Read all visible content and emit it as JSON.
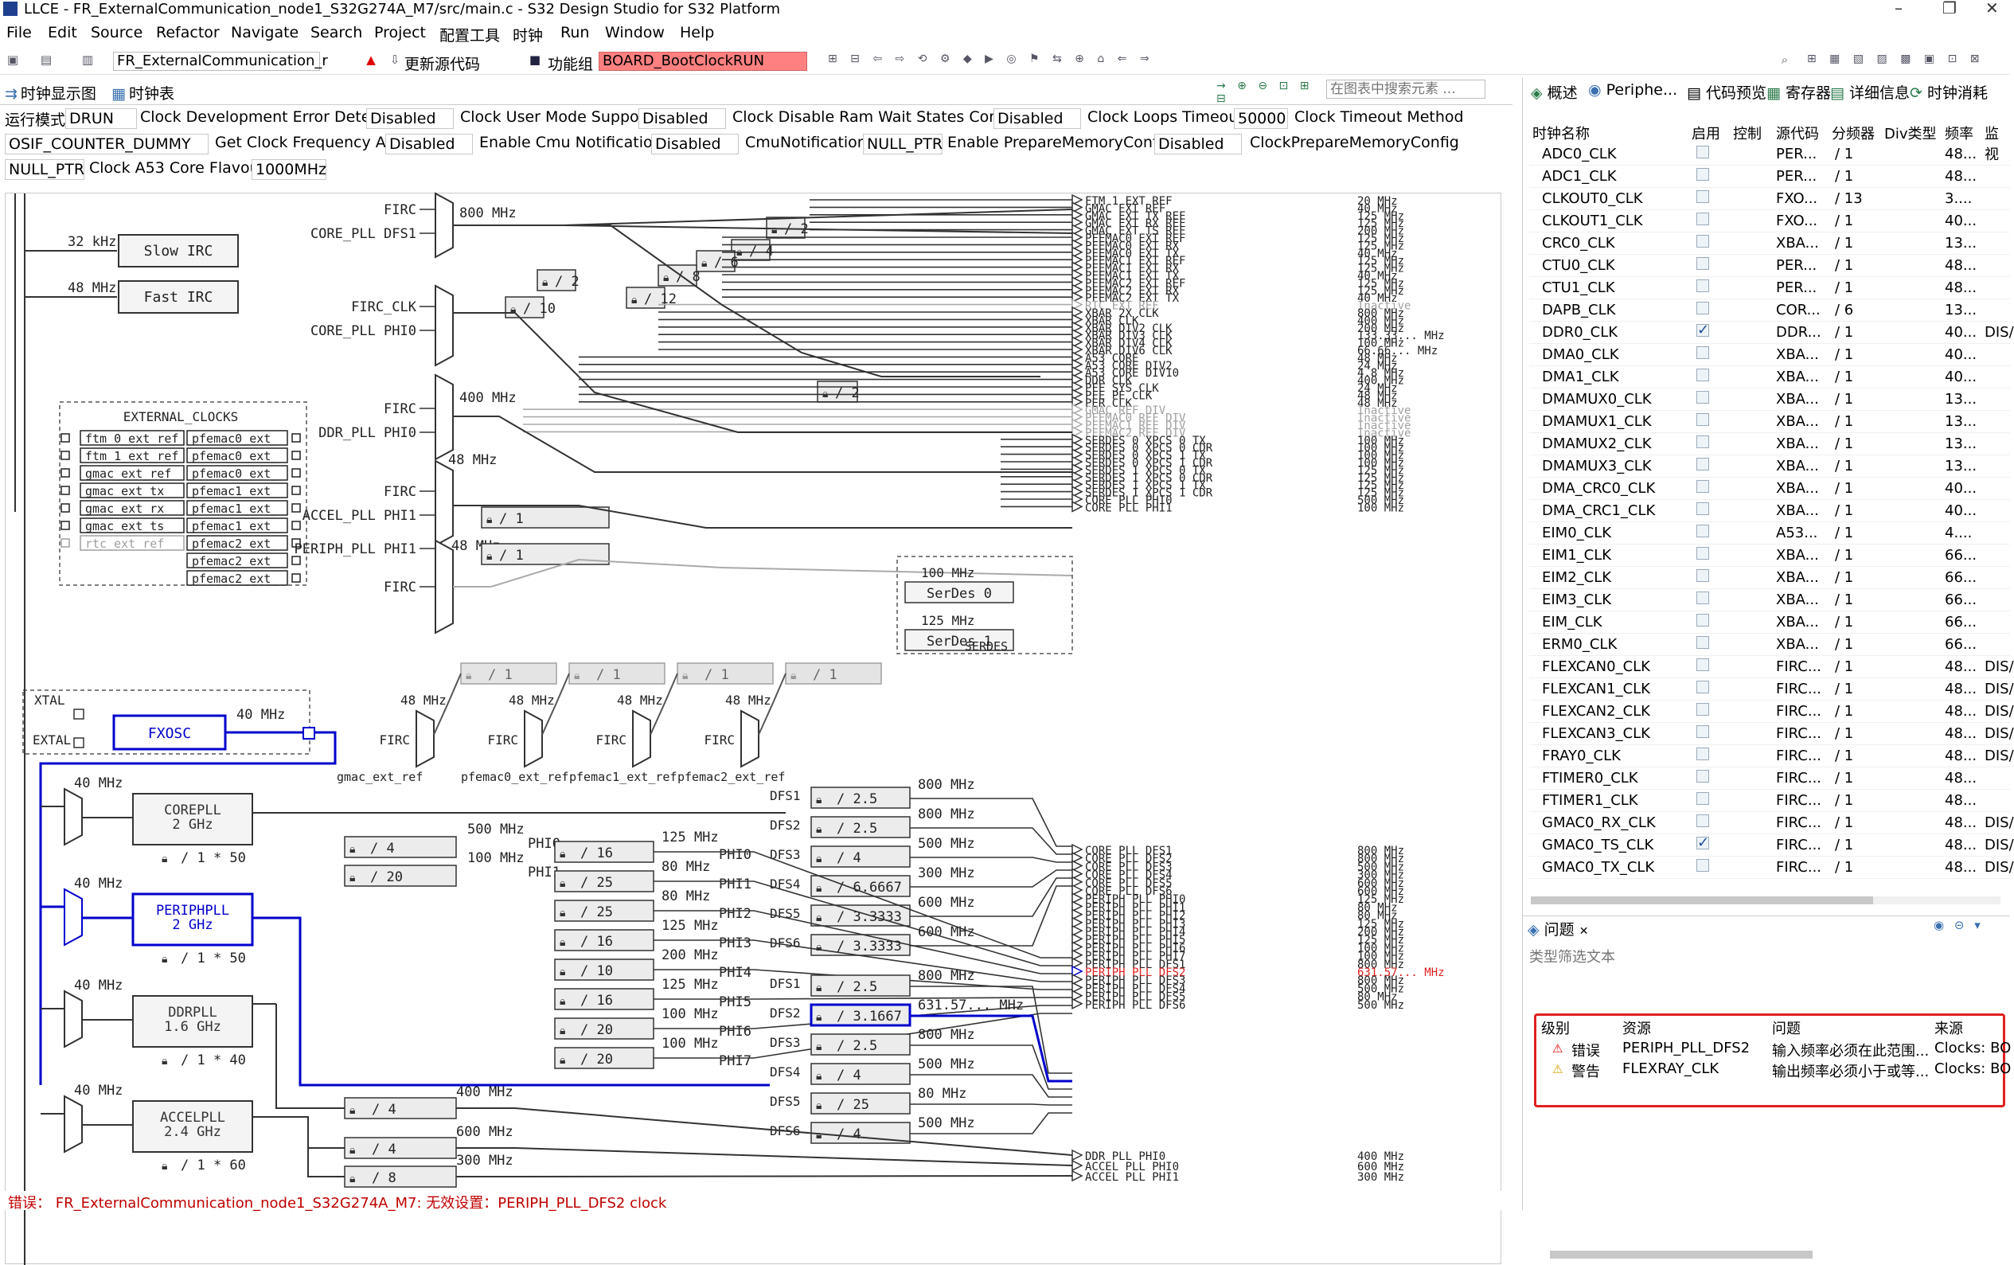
{
  "window": {
    "title": "LLCE - FR_ExternalCommunication_node1_S32G274A_M7/src/main.c - S32 Design Studio for S32 Platform",
    "controls": [
      "–",
      "❐",
      "✕"
    ]
  },
  "menu": [
    "File",
    "Edit",
    "Source",
    "Refactor",
    "Navigate",
    "Search",
    "Project",
    "配置工具",
    "时钟",
    "Run",
    "Window",
    "Help"
  ],
  "toolbar": {
    "project_combo": "FR_ExternalCommunication_r",
    "update_source": "更新源代码",
    "function_group_label": "功能组",
    "function_group_value": "BOARD_BootClockRUN"
  },
  "left_tabs": [
    "时钟显示图",
    "时钟表"
  ],
  "search": {
    "placeholder": "在图表中搜索元素 ..."
  },
  "config": [
    {
      "label": "运行模式",
      "value": "DRUN"
    },
    {
      "label": "Clock Development Error Detect",
      "value": "Disabled"
    },
    {
      "label": "Clock User Mode Support",
      "value": "Disabled"
    },
    {
      "label": "Clock Disable Ram Wait States Config",
      "value": "Disabled"
    },
    {
      "label": "Clock Loops Timeout",
      "value": "50000"
    },
    {
      "label": "Clock Timeout Method",
      "value": "OSIF_COUNTER_DUMMY"
    },
    {
      "label": "Get Clock Frequency API",
      "value": "Disabled"
    },
    {
      "label": "Enable Cmu Notification",
      "value": "Disabled"
    },
    {
      "label": "CmuNotification",
      "value": "NULL_PTR"
    },
    {
      "label": "Enable PrepareMemoryConfig",
      "value": "Disabled"
    },
    {
      "label": "ClockPrepareMemoryConfig",
      "value": "NULL_PTR"
    },
    {
      "label": "Clock A53 Core Flavour",
      "value": "1000MHz"
    }
  ],
  "diagram": {
    "irc": [
      {
        "freq": "32 kHz",
        "name": "Slow IRC"
      },
      {
        "freq": "48 MHz",
        "name": "Fast IRC"
      }
    ],
    "ext_clocks_title": "EXTERNAL_CLOCKS",
    "ext_clocks_left": [
      "ftm_0_ext_ref",
      "ftm_1_ext_ref",
      "gmac_ext_ref",
      "gmac_ext_tx",
      "gmac_ext_rx",
      "gmac_ext_ts",
      "rtc_ext_ref"
    ],
    "ext_clocks_right": [
      "pfemac0_ext_",
      "pfemac0_ext_",
      "pfemac0_ext_",
      "pfemac1_ext_",
      "pfemac1_ext_",
      "pfemac1_ext_",
      "pfemac2_ext_",
      "pfemac2_ext_",
      "pfemac2_ext_"
    ],
    "xtal": {
      "xtal": "XTAL",
      "extal": "EXTAL",
      "fxosc": "FXOSC",
      "freq": "40 MHz"
    },
    "mux_labels": [
      "FIRC",
      "CORE_PLL DFS1",
      "800 MHz",
      "FIRC_CLK",
      "CORE_PLL PHI0",
      "FIRC",
      "DDR_PLL PHI0",
      "400 MHz",
      "FIRC",
      "ACCEL_PLL PHI1",
      "48 MHz",
      "PERIPH_PLL PHI1",
      "FIRC",
      "48 MHz"
    ],
    "dividers_top": [
      "/ 2",
      "/ 4",
      "/ 6",
      "/ 8",
      "/ 12",
      "/ 2",
      "/ 10",
      "/ 1",
      "/ 2",
      "/ 1"
    ],
    "serdes": [
      {
        "freq": "100 MHz",
        "name": "SerDes 0"
      },
      {
        "freq": "125 MHz",
        "name": "SerDes 1"
      }
    ],
    "serdes_title": "SERDES",
    "bottom_mux_inputs": [
      "48 MHz",
      "48 MHz",
      "48 MHz",
      "48 MHz"
    ],
    "bottom_mux_firc": [
      "FIRC",
      "FIRC",
      "FIRC",
      "FIRC"
    ],
    "bottom_mux_ext": [
      "gmac_ext_ref",
      "pfemac0_ext_ref",
      "pfemac1_ext_ref",
      "pfemac2_ext_ref"
    ],
    "bottom_divs": [
      "/ 1",
      "/ 1",
      "/ 1",
      "/ 1"
    ],
    "plls": [
      {
        "in": "40 MHz",
        "name": "COREPLL",
        "freq": "2 GHz",
        "mul": "/ 1 * 50"
      },
      {
        "in": "40 MHz",
        "name": "PERIPHPLL",
        "freq": "2 GHz",
        "mul": "/ 1 * 50"
      },
      {
        "in": "40 MHz",
        "name": "DDRPLL",
        "freq": "1.6 GHz",
        "mul": "/ 1 * 40"
      },
      {
        "in": "40 MHz",
        "name": "ACCELPLL",
        "freq": "2.4 GHz",
        "mul": "/ 1 * 60"
      }
    ],
    "core_phi": [
      {
        "div": "/ 4",
        "freq": "500 MHz",
        "name": "PHI0"
      },
      {
        "div": "/ 20",
        "freq": "100 MHz",
        "name": "PHI1"
      }
    ],
    "periph_phi": [
      {
        "div": "/ 16",
        "freq": "125 MHz",
        "name": "PHI0"
      },
      {
        "div": "/ 25",
        "freq": "80 MHz",
        "name": "PHI1"
      },
      {
        "div": "/ 25",
        "freq": "80 MHz",
        "name": "PHI2"
      },
      {
        "div": "/ 16",
        "freq": "125 MHz",
        "name": "PHI3"
      },
      {
        "div": "/ 10",
        "freq": "200 MHz",
        "name": "PHI4"
      },
      {
        "div": "/ 16",
        "freq": "125 MHz",
        "name": "PHI5"
      },
      {
        "div": "/ 20",
        "freq": "100 MHz",
        "name": "PHI6"
      },
      {
        "div": "/ 20",
        "freq": "100 MHz",
        "name": "PHI7"
      }
    ],
    "core_dfs": [
      {
        "name": "DFS1",
        "div": "/ 2.5",
        "freq": "800 MHz"
      },
      {
        "name": "DFS2",
        "div": "/ 2.5",
        "freq": "800 MHz"
      },
      {
        "name": "DFS3",
        "div": "/ 4",
        "freq": "500 MHz"
      },
      {
        "name": "DFS4",
        "div": "/ 6.6667",
        "freq": "300 MHz"
      },
      {
        "name": "DFS5",
        "div": "/ 3.3333",
        "freq": "600 MHz"
      },
      {
        "name": "DFS6",
        "div": "/ 3.3333",
        "freq": "600 MHz"
      }
    ],
    "periph_dfs": [
      {
        "name": "DFS1",
        "div": "/ 2.5",
        "freq": "800 MHz"
      },
      {
        "name": "DFS2",
        "div": "/ 3.1667",
        "freq": "631.57... MHz"
      },
      {
        "name": "DFS3",
        "div": "/ 2.5",
        "freq": "800 MHz"
      },
      {
        "name": "DFS4",
        "div": "/ 4",
        "freq": "500 MHz"
      },
      {
        "name": "DFS5",
        "div": "/ 25",
        "freq": "80 MHz"
      },
      {
        "name": "DFS6",
        "div": "/ 4",
        "freq": "500 MHz"
      }
    ],
    "ddr_accel": [
      {
        "div": "/ 4",
        "freq": "400 MHz"
      },
      {
        "div": "/ 4",
        "freq": "600 MHz"
      },
      {
        "div": "/ 8",
        "freq": "300 MHz"
      }
    ],
    "outputs_top": [
      {
        "name": "FTM 1 EXT REF",
        "freq": "20 MHz"
      },
      {
        "name": "GMAC EXT REF",
        "freq": "40 MHz"
      },
      {
        "name": "GMAC EXT TX REF",
        "freq": "125 MHz"
      },
      {
        "name": "GMAC EXT RX REF",
        "freq": "125 MHz"
      },
      {
        "name": "GMAC EXT TS REF",
        "freq": "200 MHz"
      },
      {
        "name": "PFEMAC0 EXT REF",
        "freq": "125 MHz"
      },
      {
        "name": "PFEMAC0 EXT RX",
        "freq": "125 MHz"
      },
      {
        "name": "PFEMAC0 EXT TX",
        "freq": "40 MHz"
      },
      {
        "name": "PFEMAC1 EXT REF",
        "freq": "125 MHz"
      },
      {
        "name": "PFEMAC1 EXT RX",
        "freq": "125 MHz"
      },
      {
        "name": "PFEMAC1 EXT TX",
        "freq": "40 MHz"
      },
      {
        "name": "PFEMAC2 EXT REF",
        "freq": "125 MHz"
      },
      {
        "name": "PFEMAC2 EXT RX",
        "freq": "125 MHz"
      },
      {
        "name": "PFEMAC2 EXT TX",
        "freq": "40 MHz"
      },
      {
        "name": "RTC EXT REF",
        "freq": "Inactive",
        "inactive": true
      },
      {
        "name": "XBAR 2X CLK",
        "freq": "800 MHz"
      },
      {
        "name": "XBAR CLK",
        "freq": "400 MHz"
      },
      {
        "name": "XBAR DIV2 CLK",
        "freq": "200 MHz"
      },
      {
        "name": "XBAR DIV3 CLK",
        "freq": "133.33... MHz"
      },
      {
        "name": "XBAR DIV4 CLK",
        "freq": "100 MHz"
      },
      {
        "name": "XBAR DIV6 CLK",
        "freq": "66.66... MHz"
      },
      {
        "name": "A53 CORE",
        "freq": "48 MHz"
      },
      {
        "name": "A53 CORE DIV2",
        "freq": "24 MHz"
      },
      {
        "name": "A53 CORE DIV10",
        "freq": "4.8 MHz"
      },
      {
        "name": "DDR CLK",
        "freq": "400 MHz"
      },
      {
        "name": "PFE SYS CLK",
        "freq": "24 MHz"
      },
      {
        "name": "PFE PE CLK",
        "freq": "48 MHz"
      },
      {
        "name": "PER CLK",
        "freq": "48 MHz"
      },
      {
        "name": "GMAC REF DIV",
        "freq": "Inactive",
        "inactive": true
      },
      {
        "name": "PFEMAC0 REF DIV",
        "freq": "Inactive",
        "inactive": true
      },
      {
        "name": "PFEMAC1 REF DIV",
        "freq": "Inactive",
        "inactive": true
      },
      {
        "name": "PFEMAC2 REF DIV",
        "freq": "Inactive",
        "inactive": true
      },
      {
        "name": "SERDES 0 XPCS 0 TX",
        "freq": "100 MHz"
      },
      {
        "name": "SERDES 0 XPCS 0 CDR",
        "freq": "100 MHz"
      },
      {
        "name": "SERDES 0 XPCS 1 TX",
        "freq": "100 MHz"
      },
      {
        "name": "SERDES 0 XPCS 1 CDR",
        "freq": "100 MHz"
      },
      {
        "name": "SERDES 1 XPCS 0 TX",
        "freq": "125 MHz"
      },
      {
        "name": "SERDES 1 XPCS 0 CDR",
        "freq": "125 MHz"
      },
      {
        "name": "SERDES 1 XPCS 1 TX",
        "freq": "125 MHz"
      },
      {
        "name": "SERDES 1 XPCS 1 CDR",
        "freq": "125 MHz"
      },
      {
        "name": "CORE PLL PHI0",
        "freq": "500 MHz"
      },
      {
        "name": "CORE PLL PHI1",
        "freq": "100 MHz"
      }
    ],
    "outputs_bottom": [
      {
        "name": "CORE PLL DFS1",
        "freq": "800 MHz"
      },
      {
        "name": "CORE PLL DFS2",
        "freq": "800 MHz"
      },
      {
        "name": "CORE PLL DFS3",
        "freq": "500 MHz"
      },
      {
        "name": "CORE PLL DFS4",
        "freq": "300 MHz"
      },
      {
        "name": "CORE PLL DFS5",
        "freq": "600 MHz"
      },
      {
        "name": "CORE PLL DFS6",
        "freq": "600 MHz"
      },
      {
        "name": "PERIPH PLL PHI0",
        "freq": "125 MHz"
      },
      {
        "name": "PERIPH PLL PHI1",
        "freq": "80 MHz"
      },
      {
        "name": "PERIPH PLL PHI2",
        "freq": "80 MHz"
      },
      {
        "name": "PERIPH PLL PHI3",
        "freq": "125 MHz"
      },
      {
        "name": "PERIPH PLL PHI4",
        "freq": "200 MHz"
      },
      {
        "name": "PERIPH PLL PHI5",
        "freq": "125 MHz"
      },
      {
        "name": "PERIPH PLL PHI6",
        "freq": "100 MHz"
      },
      {
        "name": "PERIPH PLL PHI7",
        "freq": "100 MHz"
      },
      {
        "name": "PERIPH PLL DFS1",
        "freq": "800 MHz"
      },
      {
        "name": "PERIPH PLL DFS2",
        "freq": "631.57... MHz",
        "error": true
      },
      {
        "name": "PERIPH PLL DFS3",
        "freq": "800 MHz"
      },
      {
        "name": "PERIPH PLL DFS4",
        "freq": "500 MHz"
      },
      {
        "name": "PERIPH PLL DFS5",
        "freq": "80 MHz"
      },
      {
        "name": "PERIPH PLL DFS6",
        "freq": "500 MHz"
      },
      {
        "name": "DDR PLL PHI0",
        "freq": "400 MHz"
      },
      {
        "name": "ACCEL PLL PHI0",
        "freq": "600 MHz"
      },
      {
        "name": "ACCEL PLL PHI1",
        "freq": "300 MHz"
      }
    ]
  },
  "status": "错误： FR_ExternalCommunication_node1_S32G274A_M7: 无效设置：PERIPH_PLL_DFS2 clock",
  "right_tabs": [
    "概述",
    "Periphe...",
    "代码预览",
    "寄存器",
    "详细信息",
    "时钟消耗"
  ],
  "clock_table": {
    "headers": [
      "时钟名称",
      "启用",
      "控制",
      "源代码",
      "分频器",
      "Div类型",
      "频率",
      "监视"
    ],
    "rows": [
      {
        "name": "ADC0_CLK",
        "enabled": false,
        "src": "PER...",
        "div": "/ 1",
        "freq": "48...",
        "mon": ""
      },
      {
        "name": "ADC1_CLK",
        "enabled": false,
        "src": "PER...",
        "div": "/ 1",
        "freq": "48...",
        "mon": ""
      },
      {
        "name": "CLKOUT0_CLK",
        "enabled": false,
        "src": "FXO...",
        "div": "/ 13",
        "freq": "3....",
        "mon": ""
      },
      {
        "name": "CLKOUT1_CLK",
        "enabled": false,
        "src": "FXO...",
        "div": "/ 1",
        "freq": "40...",
        "mon": ""
      },
      {
        "name": "CRC0_CLK",
        "enabled": false,
        "src": "XBA...",
        "div": "/ 1",
        "freq": "13...",
        "mon": ""
      },
      {
        "name": "CTU0_CLK",
        "enabled": false,
        "src": "PER...",
        "div": "/ 1",
        "freq": "48...",
        "mon": ""
      },
      {
        "name": "CTU1_CLK",
        "enabled": false,
        "src": "PER...",
        "div": "/ 1",
        "freq": "48...",
        "mon": ""
      },
      {
        "name": "DAPB_CLK",
        "enabled": false,
        "src": "COR...",
        "div": "/ 6",
        "freq": "13...",
        "mon": ""
      },
      {
        "name": "DDR0_CLK",
        "enabled": true,
        "src": "DDR...",
        "div": "/ 1",
        "freq": "40...",
        "mon": "DIS/"
      },
      {
        "name": "DMA0_CLK",
        "enabled": false,
        "src": "XBA...",
        "div": "/ 1",
        "freq": "40...",
        "mon": ""
      },
      {
        "name": "DMA1_CLK",
        "enabled": false,
        "src": "XBA...",
        "div": "/ 1",
        "freq": "40...",
        "mon": ""
      },
      {
        "name": "DMAMUX0_CLK",
        "enabled": false,
        "src": "XBA...",
        "div": "/ 1",
        "freq": "13...",
        "mon": ""
      },
      {
        "name": "DMAMUX1_CLK",
        "enabled": false,
        "src": "XBA...",
        "div": "/ 1",
        "freq": "13...",
        "mon": ""
      },
      {
        "name": "DMAMUX2_CLK",
        "enabled": false,
        "src": "XBA...",
        "div": "/ 1",
        "freq": "13...",
        "mon": ""
      },
      {
        "name": "DMAMUX3_CLK",
        "enabled": false,
        "src": "XBA...",
        "div": "/ 1",
        "freq": "13...",
        "mon": ""
      },
      {
        "name": "DMA_CRC0_CLK",
        "enabled": false,
        "src": "XBA...",
        "div": "/ 1",
        "freq": "40...",
        "mon": ""
      },
      {
        "name": "DMA_CRC1_CLK",
        "enabled": false,
        "src": "XBA...",
        "div": "/ 1",
        "freq": "40...",
        "mon": ""
      },
      {
        "name": "EIM0_CLK",
        "enabled": false,
        "src": "A53...",
        "div": "/ 1",
        "freq": "4....",
        "mon": ""
      },
      {
        "name": "EIM1_CLK",
        "enabled": false,
        "src": "XBA...",
        "div": "/ 1",
        "freq": "66...",
        "mon": ""
      },
      {
        "name": "EIM2_CLK",
        "enabled": false,
        "src": "XBA...",
        "div": "/ 1",
        "freq": "66...",
        "mon": ""
      },
      {
        "name": "EIM3_CLK",
        "enabled": false,
        "src": "XBA...",
        "div": "/ 1",
        "freq": "66...",
        "mon": ""
      },
      {
        "name": "EIM_CLK",
        "enabled": false,
        "src": "XBA...",
        "div": "/ 1",
        "freq": "66...",
        "mon": ""
      },
      {
        "name": "ERM0_CLK",
        "enabled": false,
        "src": "XBA...",
        "div": "/ 1",
        "freq": "66...",
        "mon": ""
      },
      {
        "name": "FLEXCAN0_CLK",
        "enabled": false,
        "src": "FIRC...",
        "div": "/ 1",
        "freq": "48...",
        "mon": "DIS/"
      },
      {
        "name": "FLEXCAN1_CLK",
        "enabled": false,
        "src": "FIRC...",
        "div": "/ 1",
        "freq": "48...",
        "mon": "DIS/"
      },
      {
        "name": "FLEXCAN2_CLK",
        "enabled": false,
        "src": "FIRC...",
        "div": "/ 1",
        "freq": "48...",
        "mon": "DIS/"
      },
      {
        "name": "FLEXCAN3_CLK",
        "enabled": false,
        "src": "FIRC...",
        "div": "/ 1",
        "freq": "48...",
        "mon": "DIS/"
      },
      {
        "name": "FRAY0_CLK",
        "enabled": false,
        "src": "FIRC...",
        "div": "/ 1",
        "freq": "48...",
        "mon": "DIS/"
      },
      {
        "name": "FTIMER0_CLK",
        "enabled": false,
        "src": "FIRC...",
        "div": "/ 1",
        "freq": "48...",
        "mon": ""
      },
      {
        "name": "FTIMER1_CLK",
        "enabled": false,
        "src": "FIRC...",
        "div": "/ 1",
        "freq": "48...",
        "mon": ""
      },
      {
        "name": "GMAC0_RX_CLK",
        "enabled": false,
        "src": "FIRC...",
        "div": "/ 1",
        "freq": "48...",
        "mon": "DIS/"
      },
      {
        "name": "GMAC0_TS_CLK",
        "enabled": true,
        "src": "FIRC...",
        "div": "/ 1",
        "freq": "48...",
        "mon": "DIS/"
      },
      {
        "name": "GMAC0_TX_CLK",
        "enabled": false,
        "src": "FIRC...",
        "div": "/ 1",
        "freq": "48...",
        "mon": "DIS/"
      }
    ]
  },
  "problems": {
    "tab": "问题",
    "filter_placeholder": "类型筛选文本",
    "headers": [
      "级别",
      "资源",
      "问题",
      "来源"
    ],
    "rows": [
      {
        "level": "错误",
        "resource": "PERIPH_PLL_DFS2",
        "issue": "输入频率必须在此范围...",
        "source": "Clocks: BO"
      },
      {
        "level": "警告",
        "resource": "FLEXRAY_CLK",
        "issue": "输出频率必须小于或等...",
        "source": "Clocks: BO"
      }
    ]
  },
  "colors": {
    "accent": "#0000cc",
    "error": "#e02020",
    "function_group_bg": "#ff8080",
    "inactive": "#a0a0a0"
  }
}
